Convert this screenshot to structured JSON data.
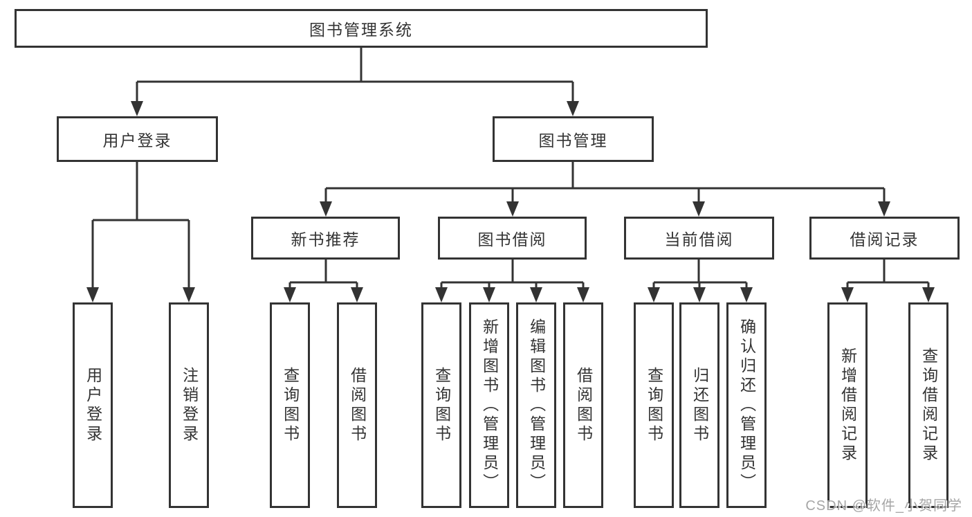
{
  "tree": {
    "root": {
      "label": "图书管理系统"
    },
    "branches": [
      {
        "label": "用户登录",
        "children": [
          {
            "label": "用户登录"
          },
          {
            "label": "注销登录"
          }
        ]
      },
      {
        "label": "图书管理",
        "children": [
          {
            "label": "新书推荐",
            "children": [
              {
                "label": "查询图书"
              },
              {
                "label": "借阅图书"
              }
            ]
          },
          {
            "label": "图书借阅",
            "children": [
              {
                "label": "查询图书"
              },
              {
                "label": "新增图书（管理员）"
              },
              {
                "label": "编辑图书（管理员）"
              },
              {
                "label": "借阅图书"
              }
            ]
          },
          {
            "label": "当前借阅",
            "children": [
              {
                "label": "查询图书"
              },
              {
                "label": "归还图书"
              },
              {
                "label": "确认归还（管理员）"
              }
            ]
          },
          {
            "label": "借阅记录",
            "children": [
              {
                "label": "新增借阅记录"
              },
              {
                "label": "查询借阅记录"
              }
            ]
          }
        ]
      }
    ]
  },
  "watermark": {
    "text": "CSDN @软件_小贺同学"
  },
  "colors": {
    "line": "#333333",
    "text": "#333333",
    "background": "#ffffff",
    "watermark": "#a6a6a6"
  }
}
